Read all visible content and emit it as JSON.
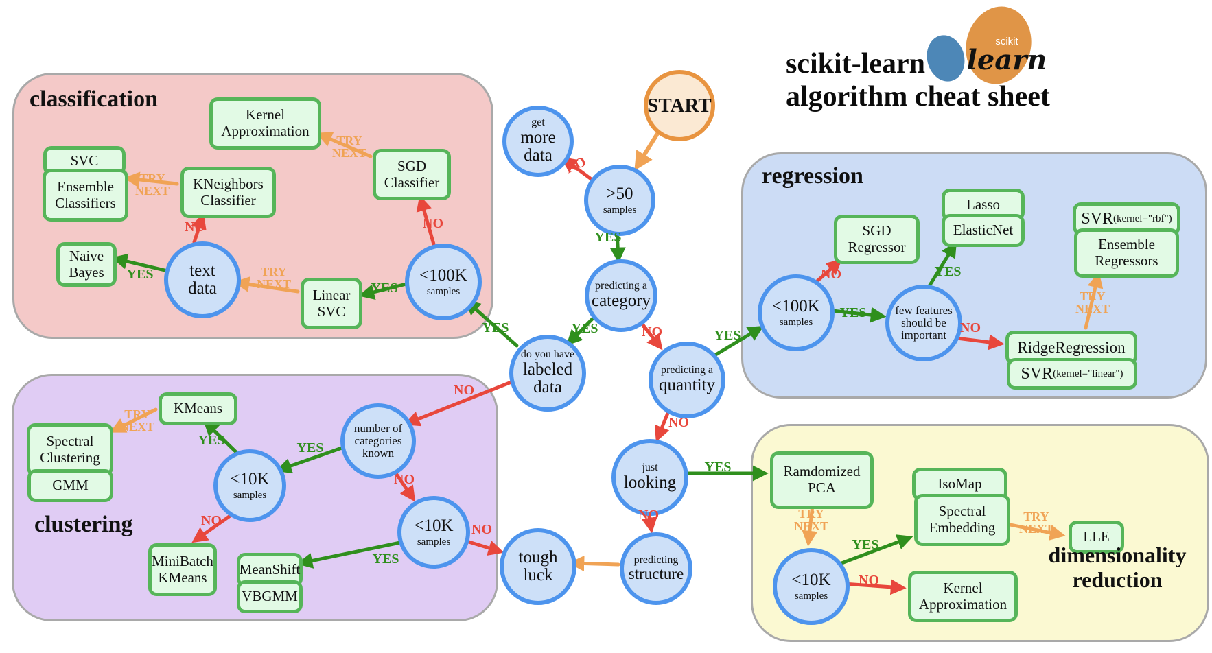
{
  "header": {
    "title_line1": "scikit-learn",
    "title_line2": "algorithm cheat sheet",
    "logo": {
      "small": "scikit",
      "script": "learn"
    }
  },
  "labels": {
    "yes": "YES",
    "no": "NO",
    "try_next": "TRY\nNEXT"
  },
  "colors": {
    "yes_green": "#2f8f1d",
    "no_red": "#e8473c",
    "try_next_orange": "#f0a355",
    "node_border": "#4d94ed",
    "node_fill": "#cde0f8",
    "algo_border": "#56b559",
    "algo_fill": "#e2fae5",
    "start_border": "#e89440",
    "start_fill": "#fbe9d3",
    "region_classification": "#f4c9c8",
    "region_regression": "#ccdcf5",
    "region_clustering": "#e0ccf4",
    "region_dimred": "#fbf9d2",
    "logo_blue": "#4d87b7",
    "logo_orange": "#e09547"
  },
  "start": {
    "label": "START"
  },
  "regions": {
    "classification": {
      "title": "classification"
    },
    "regression": {
      "title": "regression"
    },
    "clustering": {
      "title": "clustering"
    },
    "dimensionality_reduction": {
      "title": "dimensionality\nreduction"
    }
  },
  "decisions": {
    "get_more_data": {
      "top": "get",
      "main": "more\ndata"
    },
    "over_50": {
      "main": ">50",
      "sub": "samples"
    },
    "predicting_category": {
      "top": "predicting a",
      "main": "category"
    },
    "labeled_data": {
      "top": "do you have",
      "main": "labeled\ndata"
    },
    "predicting_quantity": {
      "top": "predicting a",
      "main": "quantity"
    },
    "just_looking": {
      "top": "just",
      "main": "looking"
    },
    "predicting_structure": {
      "top": "predicting",
      "main": "structure"
    },
    "tough_luck": {
      "main": "tough\nluck"
    },
    "classification_100k": {
      "main": "<100K",
      "sub": "samples"
    },
    "text_data": {
      "main": "text\ndata"
    },
    "regression_100k": {
      "main": "<100K",
      "sub": "samples"
    },
    "few_features": {
      "top": "few features\nshould be\nimportant"
    },
    "number_categories": {
      "top": "number of\ncategories\nknown"
    },
    "clustering_10k_left": {
      "main": "<10K",
      "sub": "samples"
    },
    "clustering_10k_bottom": {
      "main": "<10K",
      "sub": "samples"
    },
    "dimred_10k": {
      "main": "<10K",
      "sub": "samples"
    }
  },
  "algorithms": {
    "kernel_approximation": "Kernel\nApproximation",
    "svc": "SVC",
    "ensemble_classifiers": "Ensemble\nClassifiers",
    "kneighbors_classifier": "KNeighbors\nClassifier",
    "sgd_classifier": "SGD\nClassifier",
    "naive_bayes": "Naive\nBayes",
    "linear_svc": "Linear\nSVC",
    "sgd_regressor": "SGD\nRegressor",
    "lasso": "Lasso",
    "elasticnet": "ElasticNet",
    "svr_rbf": {
      "main": "SVR",
      "paren": "(kernel=\"rbf\")"
    },
    "ensemble_regressors": "Ensemble\nRegressors",
    "ridge_regression": "RidgeRegression",
    "svr_linear": {
      "main": "SVR",
      "paren": "(kernel=\"linear\")"
    },
    "kmeans": "KMeans",
    "spectral_clustering": "Spectral\nClustering",
    "gmm": "GMM",
    "minibatch_kmeans": "MiniBatch\nKMeans",
    "meanshift": "MeanShift",
    "vbgmm": "VBGMM",
    "randomized_pca": "Ramdomized\nPCA",
    "isomap": "IsoMap",
    "spectral_embedding": "Spectral\nEmbedding",
    "lle": "LLE",
    "kernel_approximation_dimred": "Kernel\nApproximation"
  }
}
